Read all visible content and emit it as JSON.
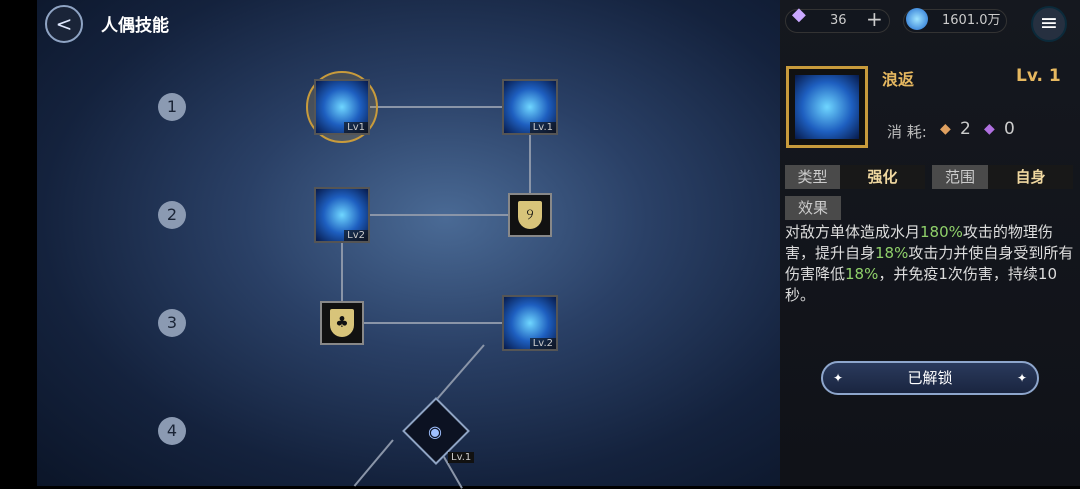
{
  "header": {
    "title": "人偶技能",
    "back_icon": "back-arrow-icon"
  },
  "rows": [
    "1",
    "2",
    "3",
    "4"
  ],
  "tree": {
    "nodes": [
      {
        "id": "n1a",
        "label": "Lv1",
        "icon": "water-orb-skill",
        "selected": true
      },
      {
        "id": "n1b",
        "label": "Lv.1",
        "icon": "water-blade-skill"
      },
      {
        "id": "n2a",
        "label": "Lv2",
        "icon": "water-orb-skill"
      },
      {
        "id": "n2b",
        "label": "",
        "icon": "shield-emblem-skill",
        "glyph": "୨"
      },
      {
        "id": "n3a",
        "label": "",
        "icon": "shield-emblem-skill",
        "glyph": "♣"
      },
      {
        "id": "n3b",
        "label": "Lv.2",
        "icon": "water-blade-skill"
      },
      {
        "id": "n4",
        "label": "Lv.1",
        "icon": "eye-star-skill"
      }
    ]
  },
  "currency": {
    "crystal": "36",
    "crystal_add": "+",
    "coins": "1601.0万"
  },
  "menu_icon": "hamburger-menu-icon",
  "skill": {
    "name": "浪返",
    "level": "Lv. 1",
    "cost_label": "消 耗:",
    "cost_orange": "2",
    "cost_purple": "0",
    "type_label": "类型",
    "type_value": "强化",
    "range_label": "范围",
    "range_value": "自身",
    "effect_label": "效果",
    "desc": [
      {
        "t": "对敌方单体造成水月"
      },
      {
        "t": "180%",
        "g": true
      },
      {
        "t": "攻击的物理伤害，提升自身"
      },
      {
        "t": "18%",
        "g": true
      },
      {
        "t": "攻击力并使自身受到所有伤害降低"
      },
      {
        "t": "18%",
        "g": true
      },
      {
        "t": "，并免疫1次伤害，持续10秒。"
      }
    ],
    "unlock_label": "已解锁"
  },
  "colors": {
    "accent_gold": "#c89b3c",
    "highlight_green": "#8fd06a"
  }
}
